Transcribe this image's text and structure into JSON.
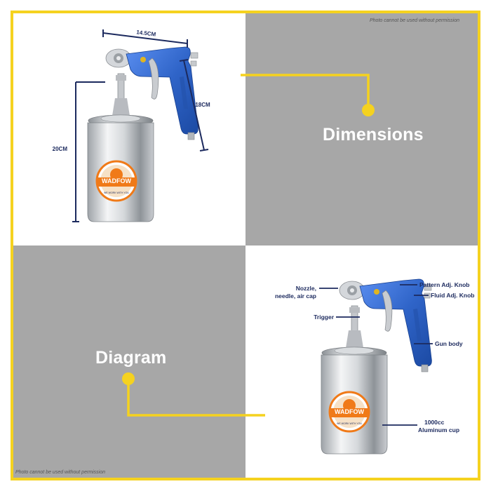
{
  "notice": "Photo cannot be used without permission",
  "headings": {
    "dimensions": "Dimensions",
    "diagram": "Diagram"
  },
  "dimensions": {
    "width": "14.5CM",
    "gun_height": "18CM",
    "cup_height": "20CM"
  },
  "brand": {
    "name": "WADFOW",
    "tagline": "WE WORK WITH YOU"
  },
  "callouts": {
    "nozzle_line1": "Nozzle,",
    "nozzle_line2": "needle, air cap",
    "pattern_knob": "Pattern Adj. Knob",
    "fluid_knob": "Fluid Adj. Knob",
    "trigger": "Trigger",
    "gun_body": "Gun body",
    "cup_line1": "1000cc",
    "cup_line2": "Aluminum cup"
  },
  "colors": {
    "accent_yellow": "#f5d21f",
    "panel_gray": "#a7a7a7",
    "gun_blue": "#2f64c8",
    "label_navy": "#1c2a5e",
    "logo_orange": "#f07a18"
  }
}
